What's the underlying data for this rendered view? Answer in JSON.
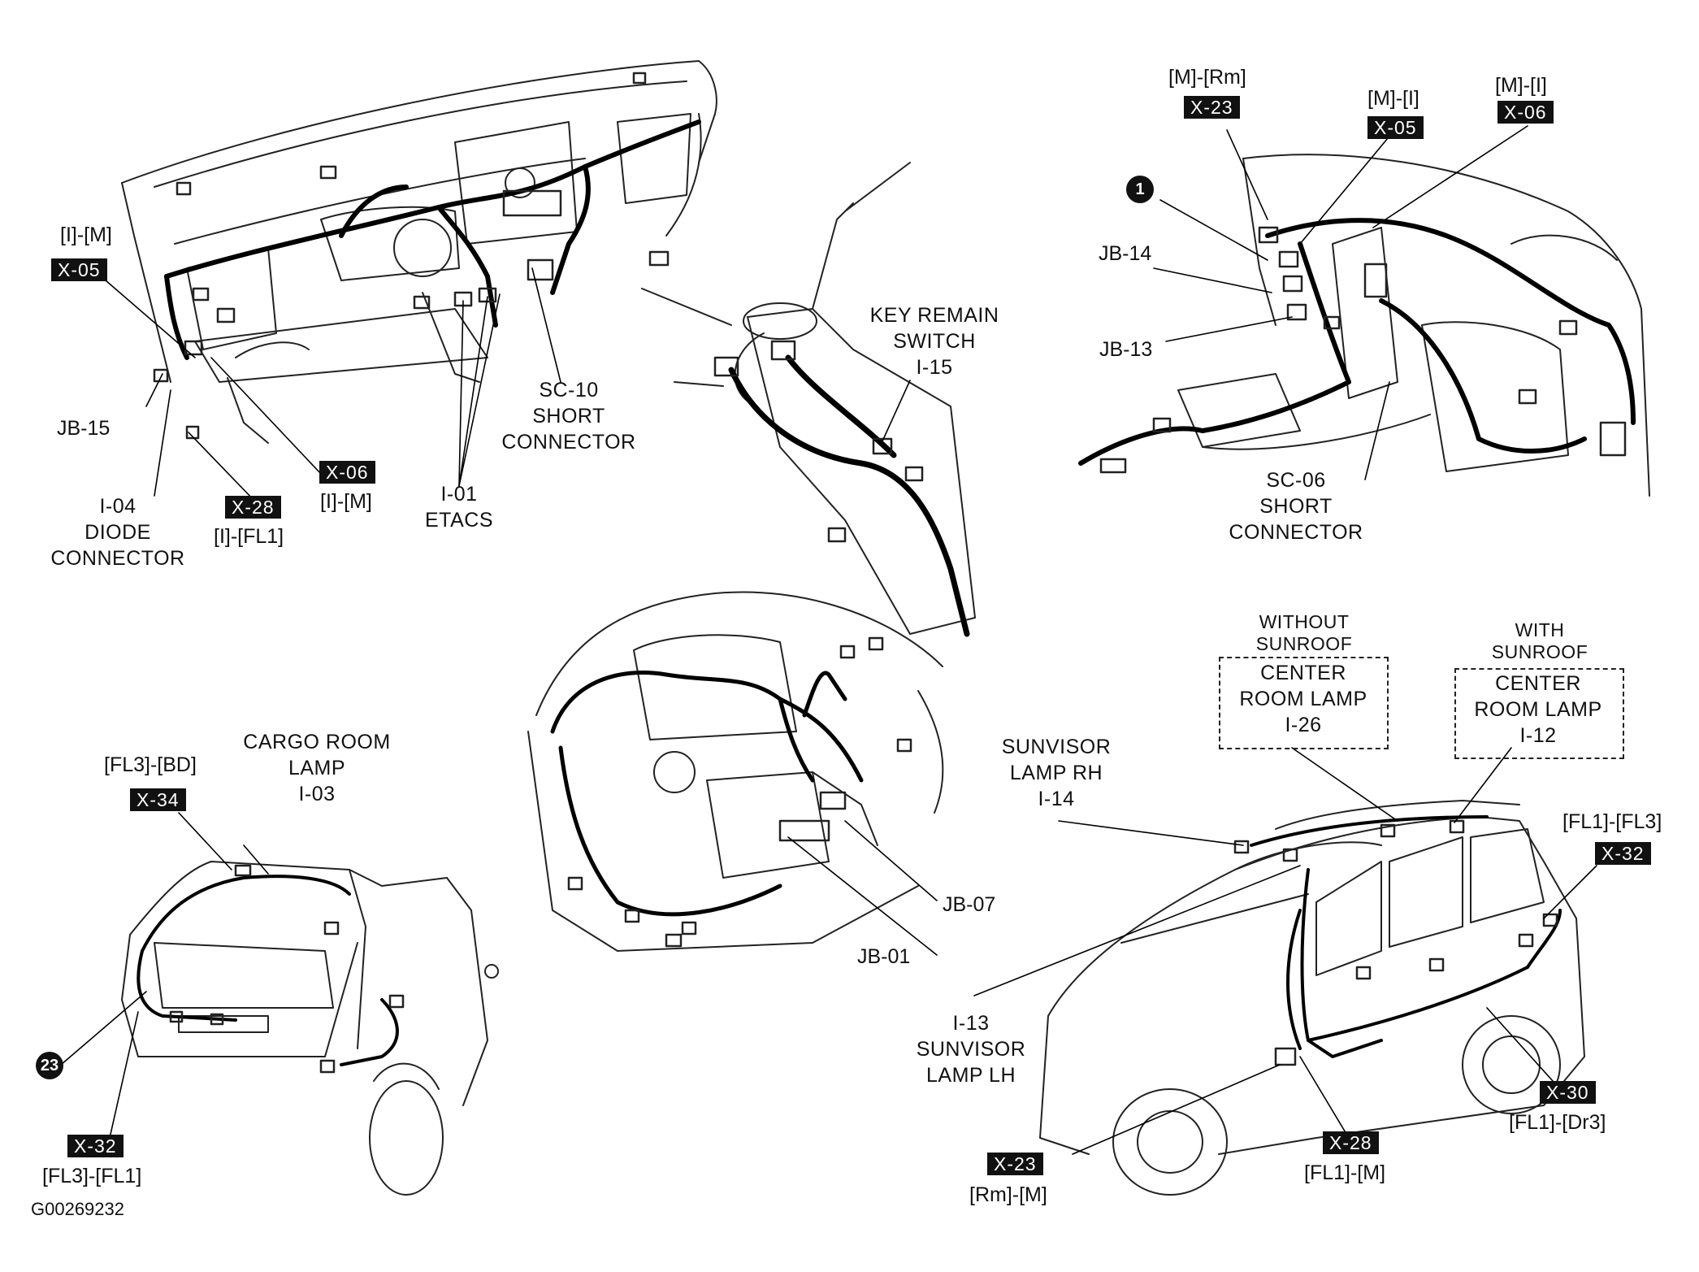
{
  "figure_code": "G00269232",
  "dash_view": {
    "x05": {
      "route": "[I]-[M]",
      "badge": "X-05"
    },
    "jb15": "JB-15",
    "i04": {
      "id": "I-04",
      "name1": "DIODE",
      "name2": "CONNECTOR"
    },
    "x28": {
      "badge": "X-28",
      "route": "[I]-[FL1]"
    },
    "x06": {
      "badge": "X-06",
      "route": "[I]-[M]"
    },
    "i01": {
      "id": "I-01",
      "name": "ETACS"
    },
    "sc10": {
      "id": "SC-10",
      "name1": "SHORT",
      "name2": "CONNECTOR"
    }
  },
  "column_view": {
    "i15": {
      "name1": "KEY REMAIN",
      "name2": "SWITCH",
      "id": "I-15"
    }
  },
  "console_view": {
    "x23": {
      "route": "[M]-[Rm]",
      "badge": "X-23"
    },
    "x05": {
      "route": "[M]-[I]",
      "badge": "X-05"
    },
    "x06": {
      "route": "[M]-[I]",
      "badge": "X-06"
    },
    "callout": "1",
    "jb14": "JB-14",
    "jb13": "JB-13",
    "sc06": {
      "id": "SC-06",
      "name1": "SHORT",
      "name2": "CONNECTOR"
    }
  },
  "engine_view": {
    "jb07": "JB-07",
    "jb01": "JB-01"
  },
  "rear_view": {
    "x34": {
      "route": "[FL3]-[BD]",
      "badge": "X-34"
    },
    "i03": {
      "name1": "CARGO ROOM",
      "name2": "LAMP",
      "id": "I-03"
    },
    "callout": "23",
    "x32": {
      "badge": "X-32",
      "route": "[FL3]-[FL1]"
    }
  },
  "side_view": {
    "without_sunroof": {
      "cond1": "WITHOUT",
      "cond2": "SUNROOF",
      "name1": "CENTER",
      "name2": "ROOM LAMP",
      "id": "I-26"
    },
    "with_sunroof": {
      "cond1": "WITH",
      "cond2": "SUNROOF",
      "name1": "CENTER",
      "name2": "ROOM LAMP",
      "id": "I-12"
    },
    "i14": {
      "name1": "SUNVISOR",
      "name2": "LAMP RH",
      "id": "I-14"
    },
    "x32": {
      "route": "[FL1]-[FL3]",
      "badge": "X-32"
    },
    "i13": {
      "id": "I-13",
      "name1": "SUNVISOR",
      "name2": "LAMP LH"
    },
    "x30": {
      "badge": "X-30",
      "route": "[FL1]-[Dr3]"
    },
    "x28": {
      "badge": "X-28",
      "route": "[FL1]-[M]"
    },
    "x23": {
      "badge": "X-23",
      "route": "[Rm]-[M]"
    }
  }
}
